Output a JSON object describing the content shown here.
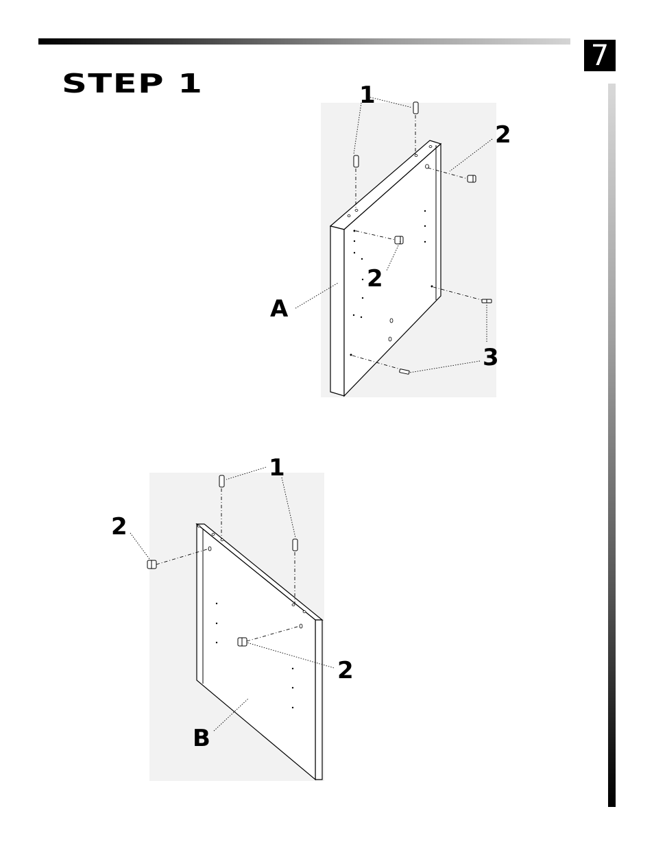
{
  "header": {
    "page_number": "7"
  },
  "step": {
    "title": "STEP 1"
  },
  "diagram_top": {
    "panel_label": "A",
    "callouts": {
      "dowel": "1",
      "cam_upper": "2",
      "cam_lower": "2",
      "bolt": "3"
    }
  },
  "diagram_bottom": {
    "panel_label": "B",
    "callouts": {
      "dowel": "1",
      "cam_left": "2",
      "cam_center": "2"
    }
  }
}
